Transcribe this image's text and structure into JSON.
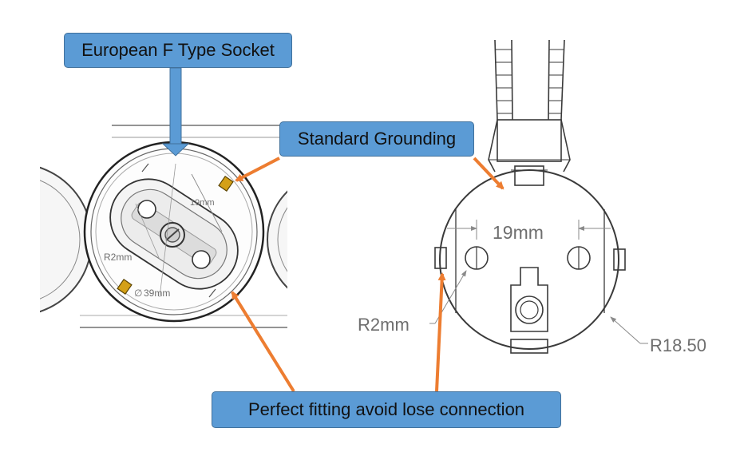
{
  "callouts": {
    "socket_type": "European F Type Socket",
    "grounding": "Standard Grounding",
    "fitting": "Perfect fitting avoid lose connection"
  },
  "dimensions": {
    "left_pin_spacing": "19mm",
    "left_radius": "R2mm",
    "left_diameter": "39mm",
    "right_pin_spacing": "19mm",
    "right_radius": "R2mm",
    "right_outer_radius": "R18.50"
  },
  "colors": {
    "callout_fill": "#5b9bd5",
    "callout_border": "#41719c",
    "blue_arrow": "#5b9bd5",
    "orange_arrow": "#ed7d31",
    "drawing_line": "#3a3a3a"
  }
}
